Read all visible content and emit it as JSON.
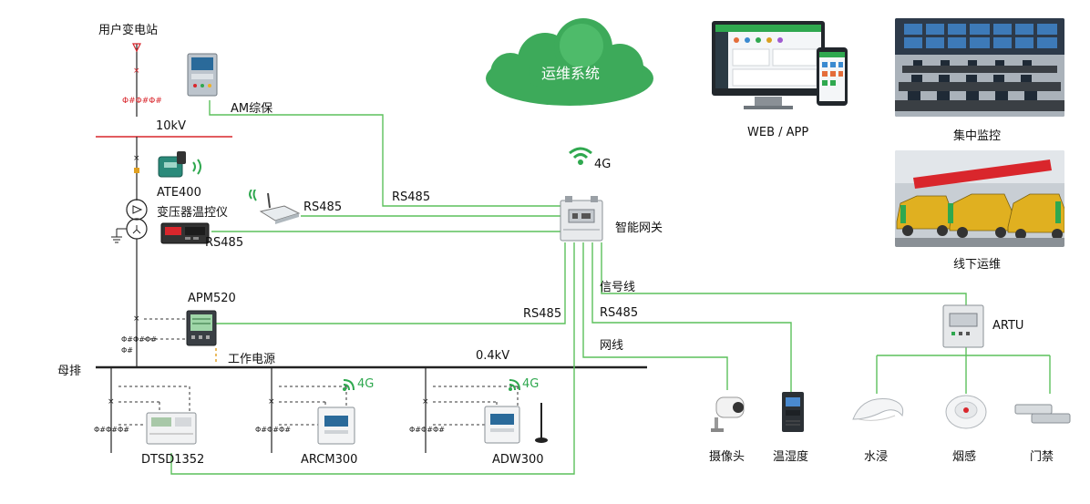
{
  "cloud": {
    "label": "运维系统"
  },
  "grid": {
    "substation": "用户变电站",
    "hv_voltage": "10kV",
    "lv_voltage": "0.4kV",
    "busbar": "母排",
    "work_power": "工作电源"
  },
  "devices": {
    "am_protection": "AM综保",
    "ate400_line1": "ATE400",
    "ate400_line2": "变压器温控仪",
    "apm520": "APM520",
    "dtsd1352": "DTSD1352",
    "arcm300": "ARCM300",
    "adw300": "ADW300",
    "gateway": "智能网关",
    "artu": "ARTU",
    "gateway_4g": "4G",
    "arcm300_4g": "4G",
    "adw300_4g": "4G"
  },
  "links": {
    "rs485_am": "RS485",
    "rs485_wireless": "RS485",
    "rs485_temp": "RS485",
    "rs485_apm": "RS485",
    "rs485_env": "RS485",
    "signal_line": "信号线",
    "network_line": "网线"
  },
  "endpoints": {
    "camera": "摄像头",
    "temp_humidity": "温湿度",
    "water_leak": "水浸",
    "smoke": "烟感",
    "access": "门禁"
  },
  "platforms": {
    "web_app": "WEB / APP",
    "central_monitor": "集中监控",
    "offline_ops": "线下运维"
  },
  "colors": {
    "line_green": "#5cc05c",
    "hv_red": "#d9262c",
    "cloud_green": "#3daa5a",
    "signal_green": "#2fa84f"
  }
}
